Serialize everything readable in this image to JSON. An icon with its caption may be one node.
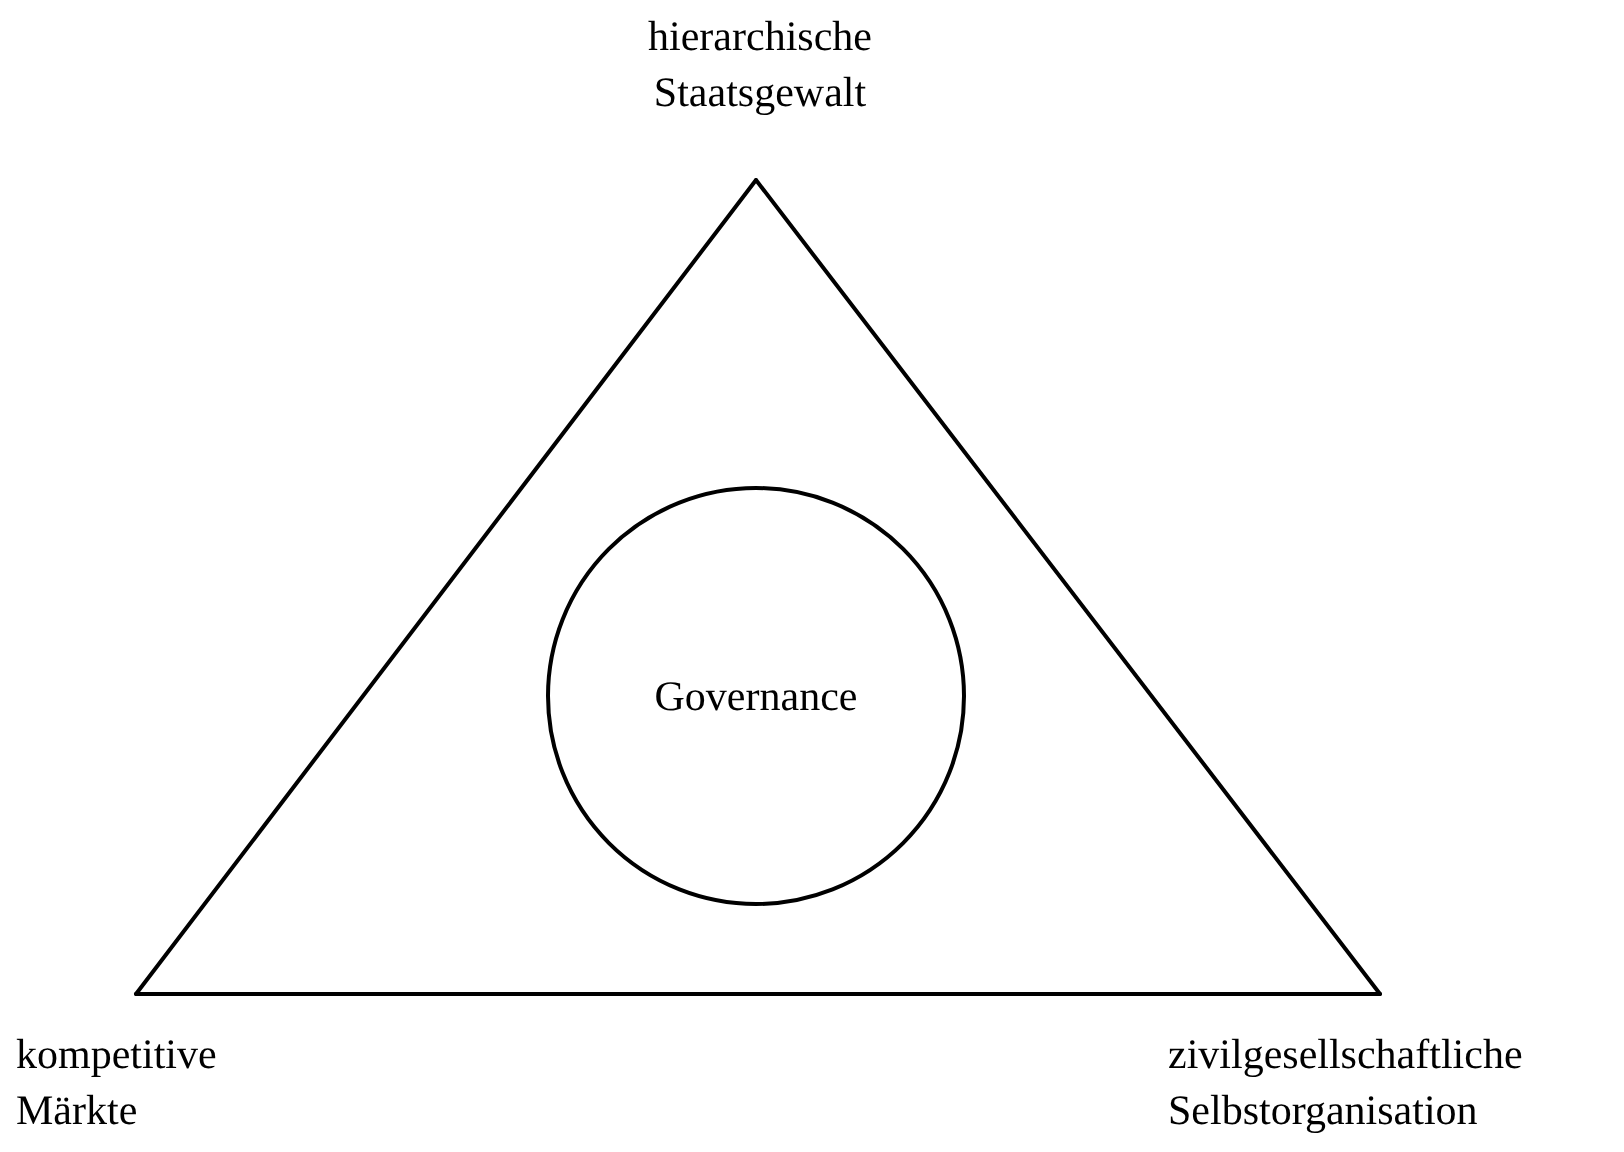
{
  "diagram": {
    "nodes": [
      {
        "text": [
          "hierarchische Staatsgewalt"
        ]
      },
      {
        "text": [
          "Governance"
        ]
      },
      {
        "text": [
          "kompetitive Märkte"
        ]
      },
      {
        "text": [
          "zivilgesellschaftliche Selbstorganisation"
        ]
      }
    ],
    "edges": [
      {
        "from": 0,
        "to": 2,
        "arrow": "none"
      },
      {
        "from": 2,
        "to": 3,
        "arrow": "none"
      },
      {
        "from": 3,
        "to": 0,
        "arrow": "none"
      }
    ]
  }
}
